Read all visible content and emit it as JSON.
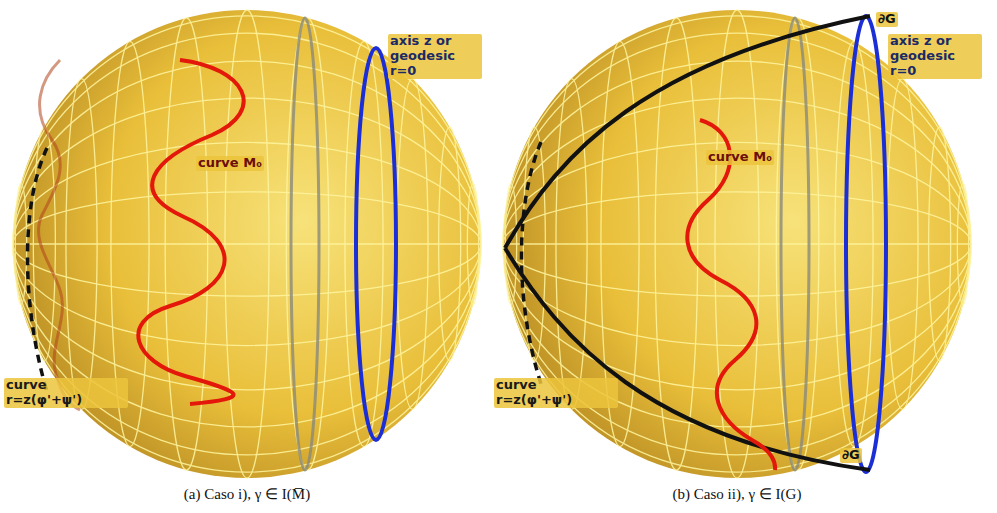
{
  "diagram": {
    "labels": [
      "curve M₀",
      "axis z or geodesic r=0",
      "curve r=z(φ'+ψ')",
      "(a) Caso i), γ ∈ I(M̅)",
      "∂G",
      "∂G",
      "curve M₀",
      "axis z or geodesic r=0",
      "curve r=z(φ'+ψ')",
      "(b) Caso ii), γ ∈ I(G)"
    ]
  }
}
